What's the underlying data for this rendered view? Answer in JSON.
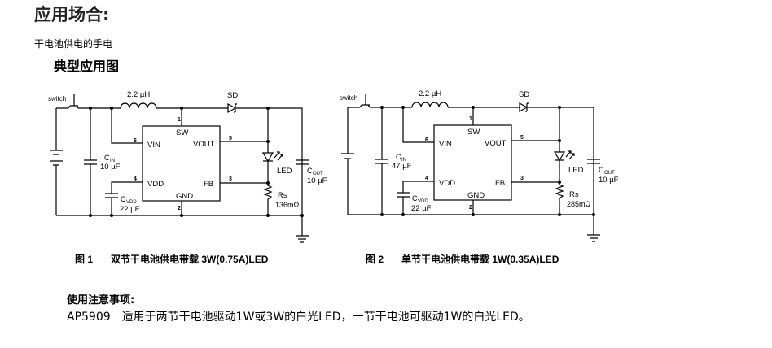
{
  "header": {
    "title": "应用场合:",
    "subtitle": "干电池供电的手电"
  },
  "figures_heading": "典型应用图",
  "circuits": [
    {
      "switch": "switch",
      "inductor": "2.2 µH",
      "diode": "SD",
      "pins": {
        "sw_num": "1",
        "sw": "SW",
        "vin_num": "6",
        "vin": "VIN",
        "vout": "VOUT",
        "vout_num": "5",
        "vdd_num": "4",
        "vdd": "VDD",
        "fb": "FB",
        "fb_num": "3",
        "gnd": "GND",
        "gnd_num": "2"
      },
      "cin_label": "C",
      "cin_sub": "IN",
      "cin_value": "10 µF",
      "cvdd_label": "C",
      "cvdd_sub": "VDD",
      "cvdd_value": "22 µF",
      "led": "LED",
      "rs_label": "Rs",
      "rs_value": "136mΩ",
      "cout_label": "C",
      "cout_sub": "OUT",
      "cout_value": "10 µF",
      "battery_cells": 2,
      "caption_num": "图 1",
      "caption": "双节干电池供电带载 3W(0.75A)LED"
    },
    {
      "switch": "switch",
      "inductor": "2.2 µH",
      "diode": "SD",
      "pins": {
        "sw_num": "1",
        "sw": "SW",
        "vin_num": "6",
        "vin": "VIN",
        "vout": "VOUT",
        "vout_num": "5",
        "vdd_num": "4",
        "vdd": "VDD",
        "fb": "FB",
        "fb_num": "3",
        "gnd": "GND",
        "gnd_num": "2"
      },
      "cin_label": "C",
      "cin_sub": "IN",
      "cin_value": "47 µF",
      "cvdd_label": "C",
      "cvdd_sub": "VDD",
      "cvdd_value": "22 µF",
      "led": "LED",
      "rs_label": "Rs",
      "rs_value": "285mΩ",
      "cout_label": "C",
      "cout_sub": "OUT",
      "cout_value": "10 µF",
      "battery_cells": 1,
      "caption_num": "图 2",
      "caption": "单节干电池供电带载 1W(0.35A)LED"
    }
  ],
  "notes": {
    "title": "使用注意事项:",
    "part_number": "AP5909",
    "text": "适用于两节干电池驱动1W或3W的白光LED，一节干电池可驱动1W的白光LED。"
  }
}
